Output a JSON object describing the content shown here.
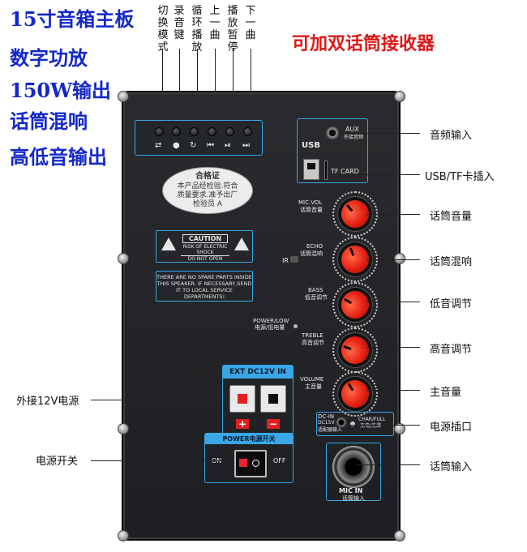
{
  "features": [
    "15寸音箱主板",
    "数字功放",
    "150W输出",
    "话筒混响",
    "高低音输出"
  ],
  "mic_note": "可加双话筒接收器",
  "top_buttons": [
    {
      "label": "切换模式",
      "symbol": "⇄"
    },
    {
      "label": "录音键",
      "symbol": "●"
    },
    {
      "label": "循环播放",
      "symbol": "↻"
    },
    {
      "label": "上一曲",
      "symbol": "⏮"
    },
    {
      "label": "播放暂停",
      "symbol": "⏯"
    },
    {
      "label": "下一曲",
      "symbol": "⏭"
    }
  ],
  "panel": {
    "sticker_title": "合格证",
    "sticker_text": "本产品经检验.符合 质量要求.准予出厂 检验员 A",
    "caution_title": "CAUTION",
    "caution_sub": "RISK OF ELECTRIC SHOCK",
    "caution_foot": "DO NOT OPEN",
    "warning_text": "THERE ARE NO SPARE PARTS INSIDE THIS SPEAKER. IF NECESSARY,SEND IT TO LOCAL SERVICE DEPARTMENTS!",
    "aux_label": "AUX",
    "aux_sub": "外接音频",
    "usb_label": "USB",
    "tf_label": "TF CARD",
    "ir_label": "IR",
    "power_low": "POWER/LOW",
    "power_low_sub": "电源/低电量",
    "knobs": [
      {
        "label": "MIC.VOL",
        "sub": "话筒音量"
      },
      {
        "label": "ECHO",
        "sub": "话筒混响"
      },
      {
        "label": "BASS",
        "sub": "低音调节"
      },
      {
        "label": "TREBLE",
        "sub": "高音调节"
      },
      {
        "label": "VOLUME",
        "sub": "主音量"
      }
    ],
    "ext_title": "EXT  DC12V IN",
    "plus": "+",
    "minus": "−",
    "power_title": "POWER电源开关",
    "on_label": "ON",
    "off_label": "OFF",
    "dcin_title": "DC-IN",
    "dcin_sub": "DC15V IN",
    "dcin_sub2": "适配器输入",
    "charge_label": "CHAR/FULL",
    "charge_sub": "充电/充满",
    "mic_in": "MIC  IN",
    "mic_in_sub": "话筒输入"
  },
  "callouts_right": [
    "音频输入",
    "USB/TF卡插入",
    "话筒音量",
    "话筒混响",
    "低音调节",
    "高音调节",
    "主音量",
    "电源插口",
    "话筒输入"
  ],
  "callouts_left": [
    "外接12V电源",
    "电源开关"
  ],
  "colors": {
    "feature_text": "#1428c8",
    "note_text": "#e01818",
    "panel_accent": "#3aa6e6",
    "knob": "#e41f12"
  }
}
